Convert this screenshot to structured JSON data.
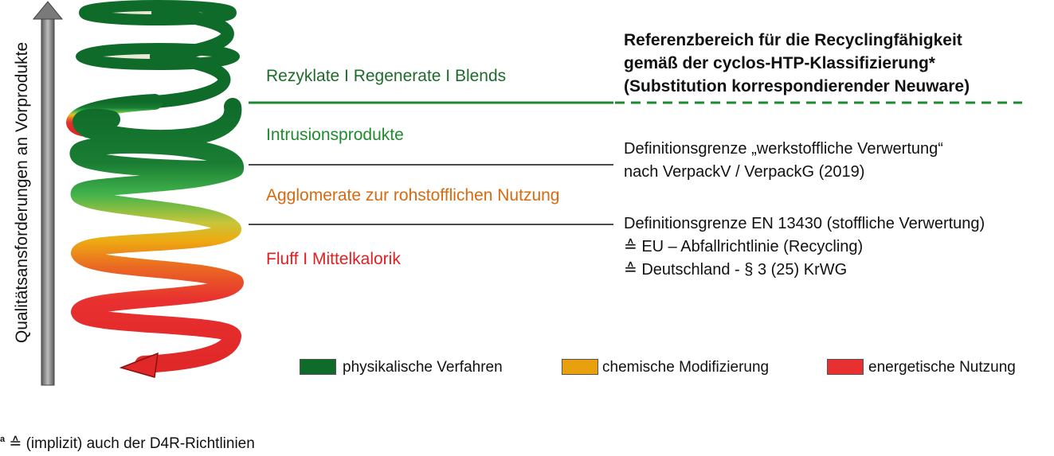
{
  "axis": {
    "label": "Qualitätsansforderungen  an Vorprodukte"
  },
  "tiers": {
    "rezyklate": {
      "text": "Rezyklate   I   Regenerate    I   Blends",
      "color": "#1e6b2a"
    },
    "intrusion": {
      "text": "Intrusionsprodukte",
      "color": "#1f8a2e"
    },
    "agglomerate": {
      "text": "Agglomerate zur rohstofflichen  Nutzung",
      "color": "#d66a10"
    },
    "fluff": {
      "text": "Fluff      I    Mittelkalorik",
      "color": "#e02020"
    }
  },
  "reference": {
    "line1": "Referenzbereich für die Recyclingfähigkeit",
    "line2": "gemäß der cyclos-HTP-Klassifizierung*",
    "line3": "(Substitution korrespondierender Neuware)"
  },
  "definitions": {
    "verpack": {
      "line1": "Definitionsgrenze „werkstoffliche  Verwertung“",
      "line2": "nach VerpackV / VerpackG (2019)"
    },
    "en": {
      "line1": "Definitionsgrenze EN 13430 (stoffliche Verwertung)",
      "line2": "≙ EU – Abfallrichtlinie  (Recycling)",
      "line3": "≙ Deutschland  - § 3 (25) KrWG"
    }
  },
  "legend": [
    {
      "label": "physikalische Verfahren",
      "color": "#0f6b2a"
    },
    {
      "label": "chemische Modifizierung",
      "color": "#e8a00f"
    },
    {
      "label": "energetische Nutzung",
      "color": "#e83030"
    }
  ],
  "footnote": {
    "mark": "a",
    "text": "≙ (implizit) auch der D4R-Richtlinien"
  },
  "colors": {
    "dark_green": "#0f6b2a",
    "light_green": "#3fb04a",
    "orange": "#e8a00f",
    "red": "#e83030",
    "line_green": "#1e8a2e"
  }
}
